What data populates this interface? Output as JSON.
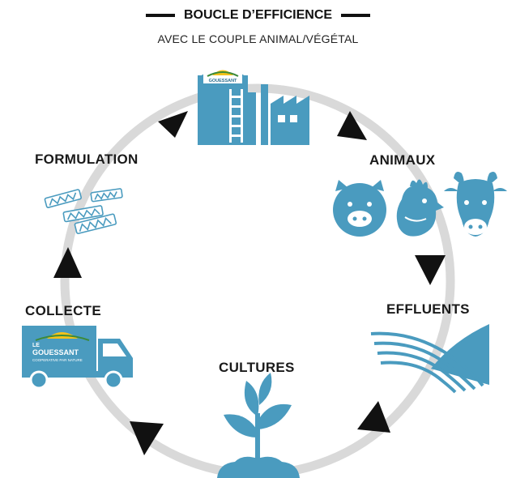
{
  "title": "BOUCLE D’EFFICIENCE",
  "subtitle": "AVEC LE COUPLE ANIMAL/VÉGÉTAL",
  "stages": {
    "formulation": "FORMULATION",
    "animaux": "ANIMAUX",
    "effluents": "EFFLUENTS",
    "cultures": "CULTURES",
    "collecte": "COLLECTE"
  },
  "truck": {
    "brand": "GOUESSANT",
    "brand_prefix": "LE",
    "tagline": "COOPERATIVE PAR NATURE"
  },
  "factory": {
    "brand": "GOUESSANT"
  },
  "colors": {
    "accent": "#4a9bbf",
    "ring": "#d9d9d9",
    "arrow": "#111111",
    "sun": "#f4c21a",
    "leaf": "#3c8a3a"
  }
}
